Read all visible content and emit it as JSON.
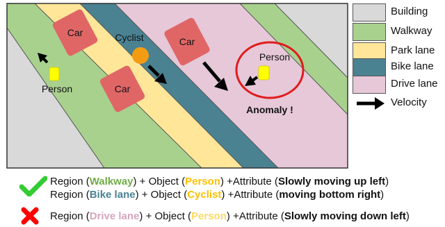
{
  "scene": {
    "labels": {
      "car_1": "Car",
      "car_2": "Car",
      "car_3": "Car",
      "cyclist": "Cyclist",
      "person_left": "Person",
      "person_right": "Person",
      "anomaly": "Anomaly !"
    }
  },
  "legend": {
    "items": [
      {
        "label": "Building",
        "color": "#d9d9d9",
        "kind": "swatch"
      },
      {
        "label": "Walkway",
        "color": "#a9d18e",
        "kind": "swatch"
      },
      {
        "label": "Park lane",
        "color": "#ffe699",
        "kind": "swatch"
      },
      {
        "label": "Bike lane",
        "color": "#4a8292",
        "kind": "swatch"
      },
      {
        "label": "Drive lane",
        "color": "#e6c8d8",
        "kind": "swatch"
      },
      {
        "label": "Velocity",
        "color": "#000000",
        "kind": "arrow"
      }
    ]
  },
  "captions": [
    {
      "mark": "check-icon",
      "parts": {
        "region_prefix": "Region (",
        "region": "Walkway",
        "object_prefix": ") + Object (",
        "object": "Person",
        "attribute_prefix": ") +Attribute (",
        "attribute": "Slowly moving up left",
        "suffix": ")"
      },
      "colors": {
        "region": "#70ad47",
        "object": "#ffc000"
      }
    },
    {
      "mark": "",
      "parts": {
        "region_prefix": "Region (",
        "region": "Bike lane",
        "object_prefix": ") + Object (",
        "object": "Cyclist",
        "attribute_prefix": ") +Attribute (",
        "attribute": "moving bottom right",
        "suffix": ")"
      },
      "colors": {
        "region": "#4a8292",
        "object": "#ffc000"
      }
    },
    {
      "mark": "cross-icon",
      "parts": {
        "region_prefix": "Region (",
        "region": "Drive lane",
        "object_prefix": ") + Object (",
        "object": "Person",
        "attribute_prefix": ") +Attribute (",
        "attribute": "Slowly moving down left",
        "suffix": ")"
      },
      "colors": {
        "region": "#d5a6bd",
        "object": "#ffd966"
      }
    }
  ],
  "colors": {
    "car": "#e06666",
    "cyclist": "#f39c12",
    "person": "#ffff00",
    "anomaly_circle": "#e01b1b",
    "check": "#33cc33",
    "cross": "#ff0000"
  }
}
